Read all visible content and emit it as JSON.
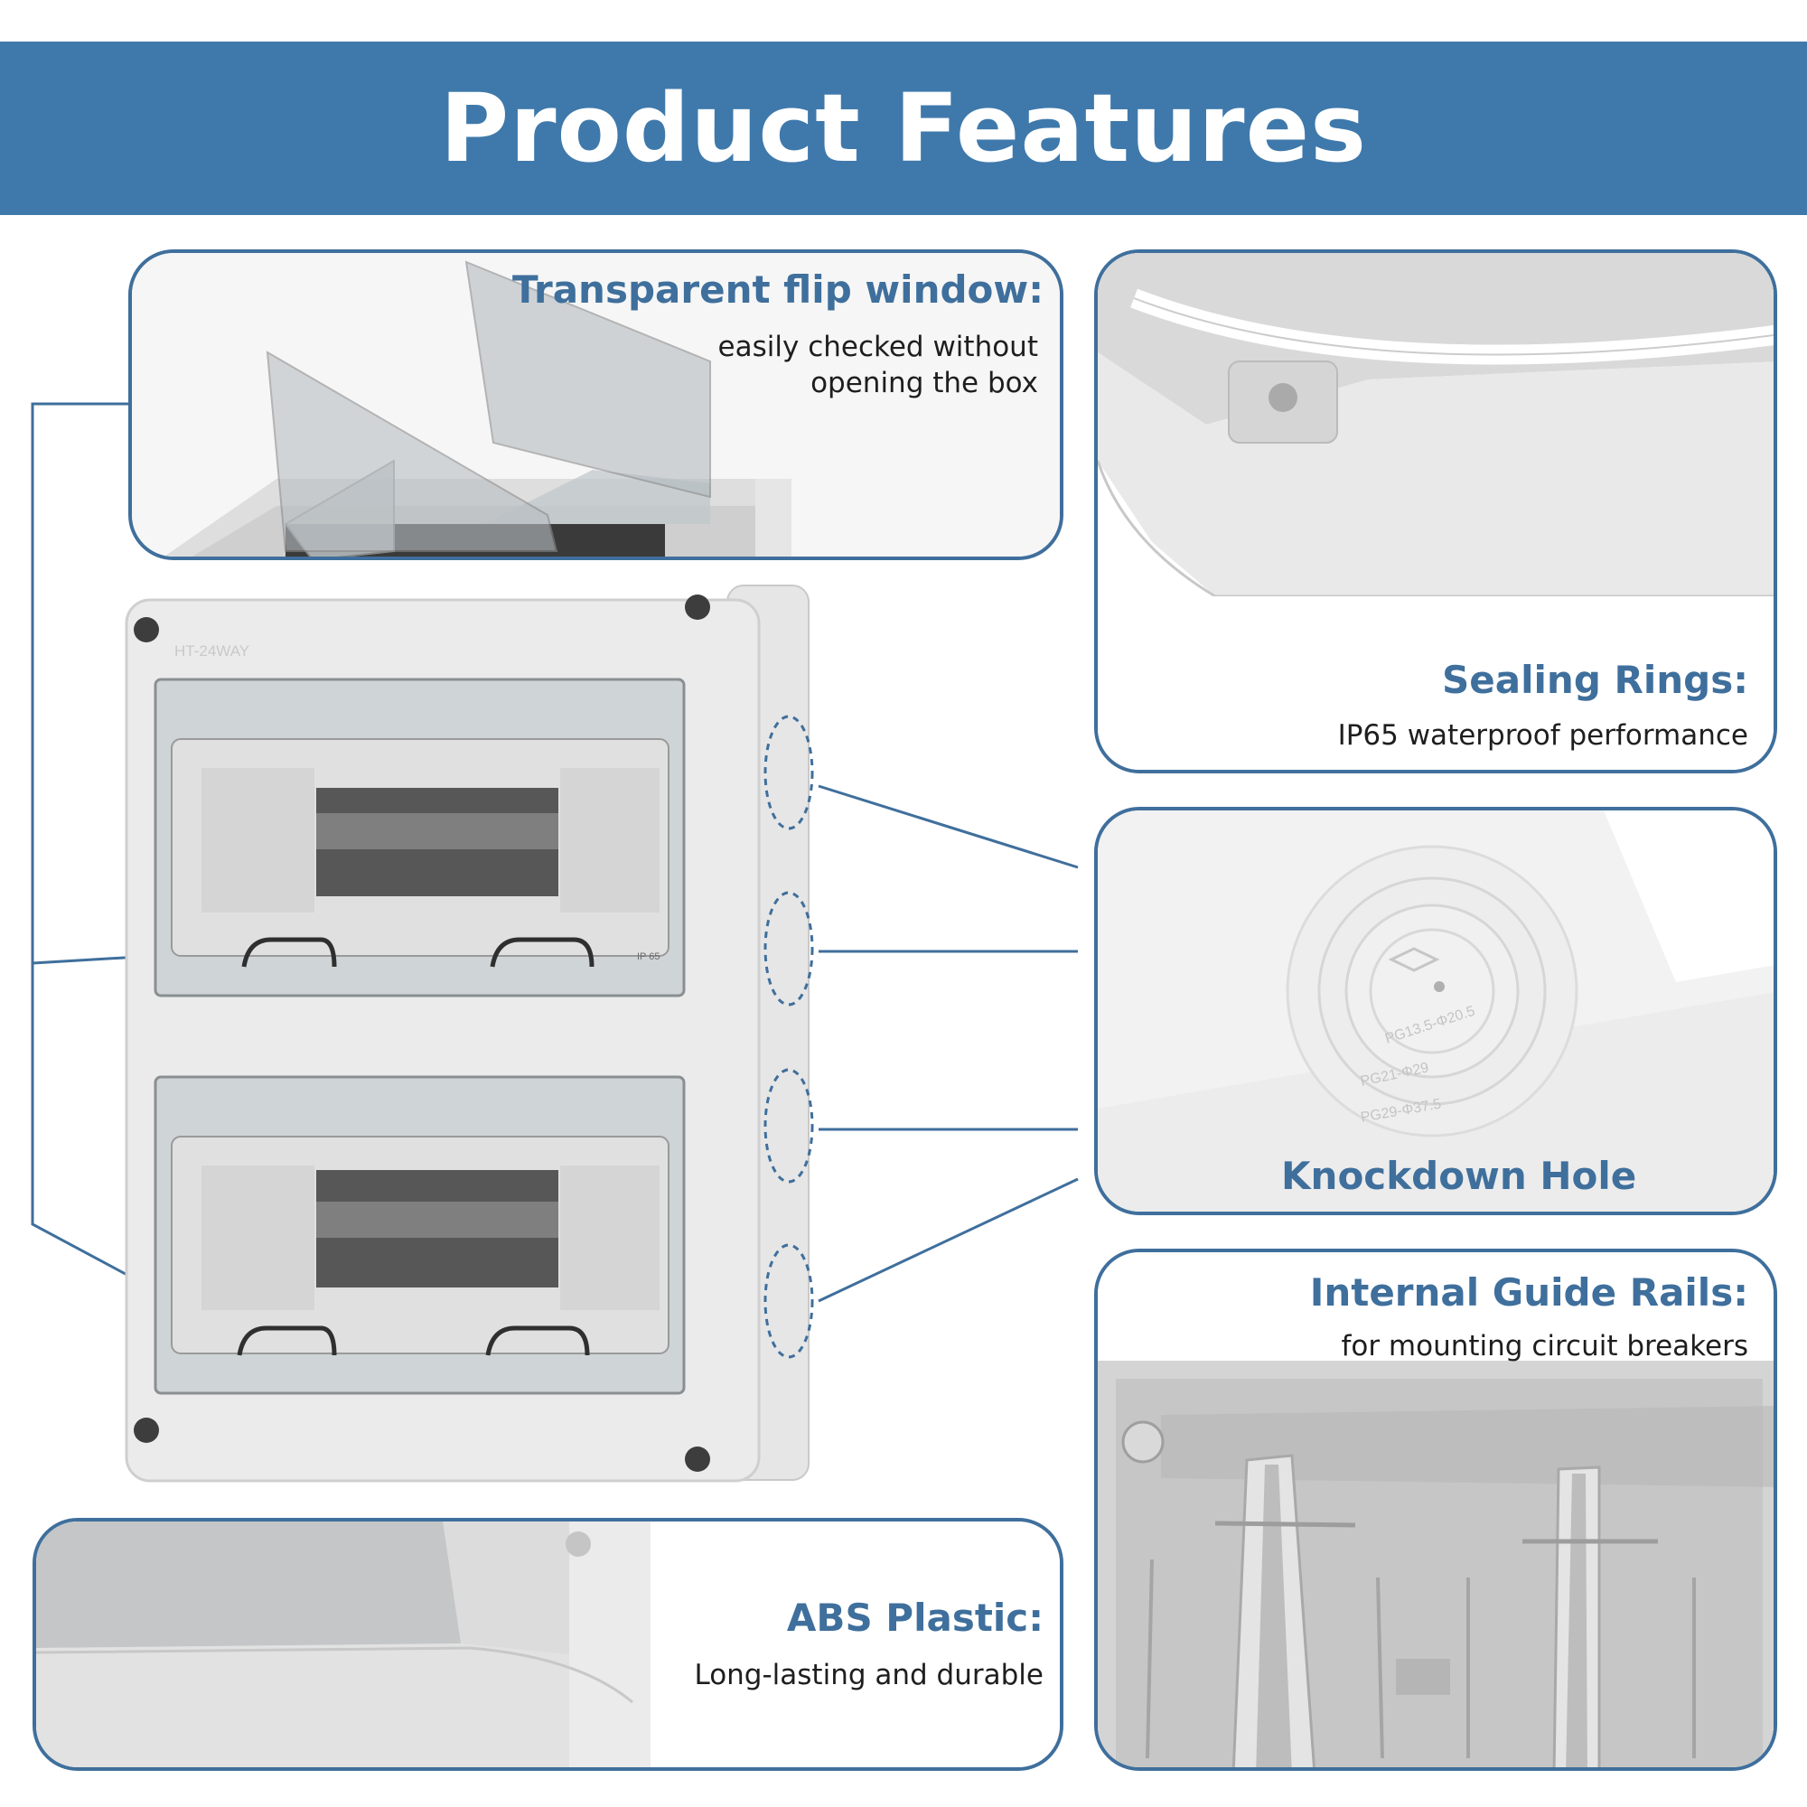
{
  "header": {
    "title": "Product Features"
  },
  "features": {
    "flip_window": {
      "title": "Transparent flip window:",
      "desc_line1": "easily checked without",
      "desc_line2": "opening the box"
    },
    "sealing": {
      "title": "Sealing Rings:",
      "desc": "IP65 waterproof performance"
    },
    "knockdown": {
      "title": "Knockdown Hole"
    },
    "rails": {
      "title": "Internal Guide Rails:",
      "desc": "for mounting circuit breakers"
    },
    "abs": {
      "title": "ABS Plastic:",
      "desc": "Long-lasting and durable"
    }
  },
  "product": {
    "model_label": "HT-24WAY",
    "ip_label": "IP 65"
  },
  "knockout": {
    "fish_text": "PG13.5-Φ20.5",
    "ring2": "PG21-Φ29",
    "ring3": "PG29-Φ37.5"
  },
  "colors": {
    "banner": "#3f79ab",
    "accent": "#3f6f9c",
    "text": "#1e1e1e"
  }
}
